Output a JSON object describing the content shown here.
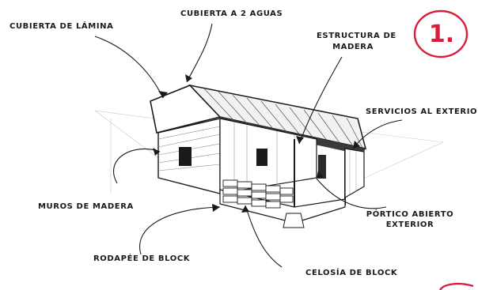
{
  "badge": {
    "number": "1.",
    "color": "#d81e3a"
  },
  "labels": {
    "cubierta_lamina": "CUBIERTA DE LÁMINA",
    "cubierta_2_aguas": "CUBIERTA A 2 AGUAS",
    "estructura_line1": "ESTRUCTURA DE",
    "estructura_line2": "MADERA",
    "servicios": "SERVICIOS AL EXTERIOR",
    "muros": "MUROS DE MADERA",
    "portico_line1": "PÓRTICO ABIERTO",
    "portico_line2": "EXTERIOR",
    "rodapee": "RODAPÉE DE BLOCK",
    "celosia": "CELOSÍA DE BLOCK"
  },
  "colors": {
    "ink": "#1a1a1a",
    "accent": "#d81e3a"
  }
}
